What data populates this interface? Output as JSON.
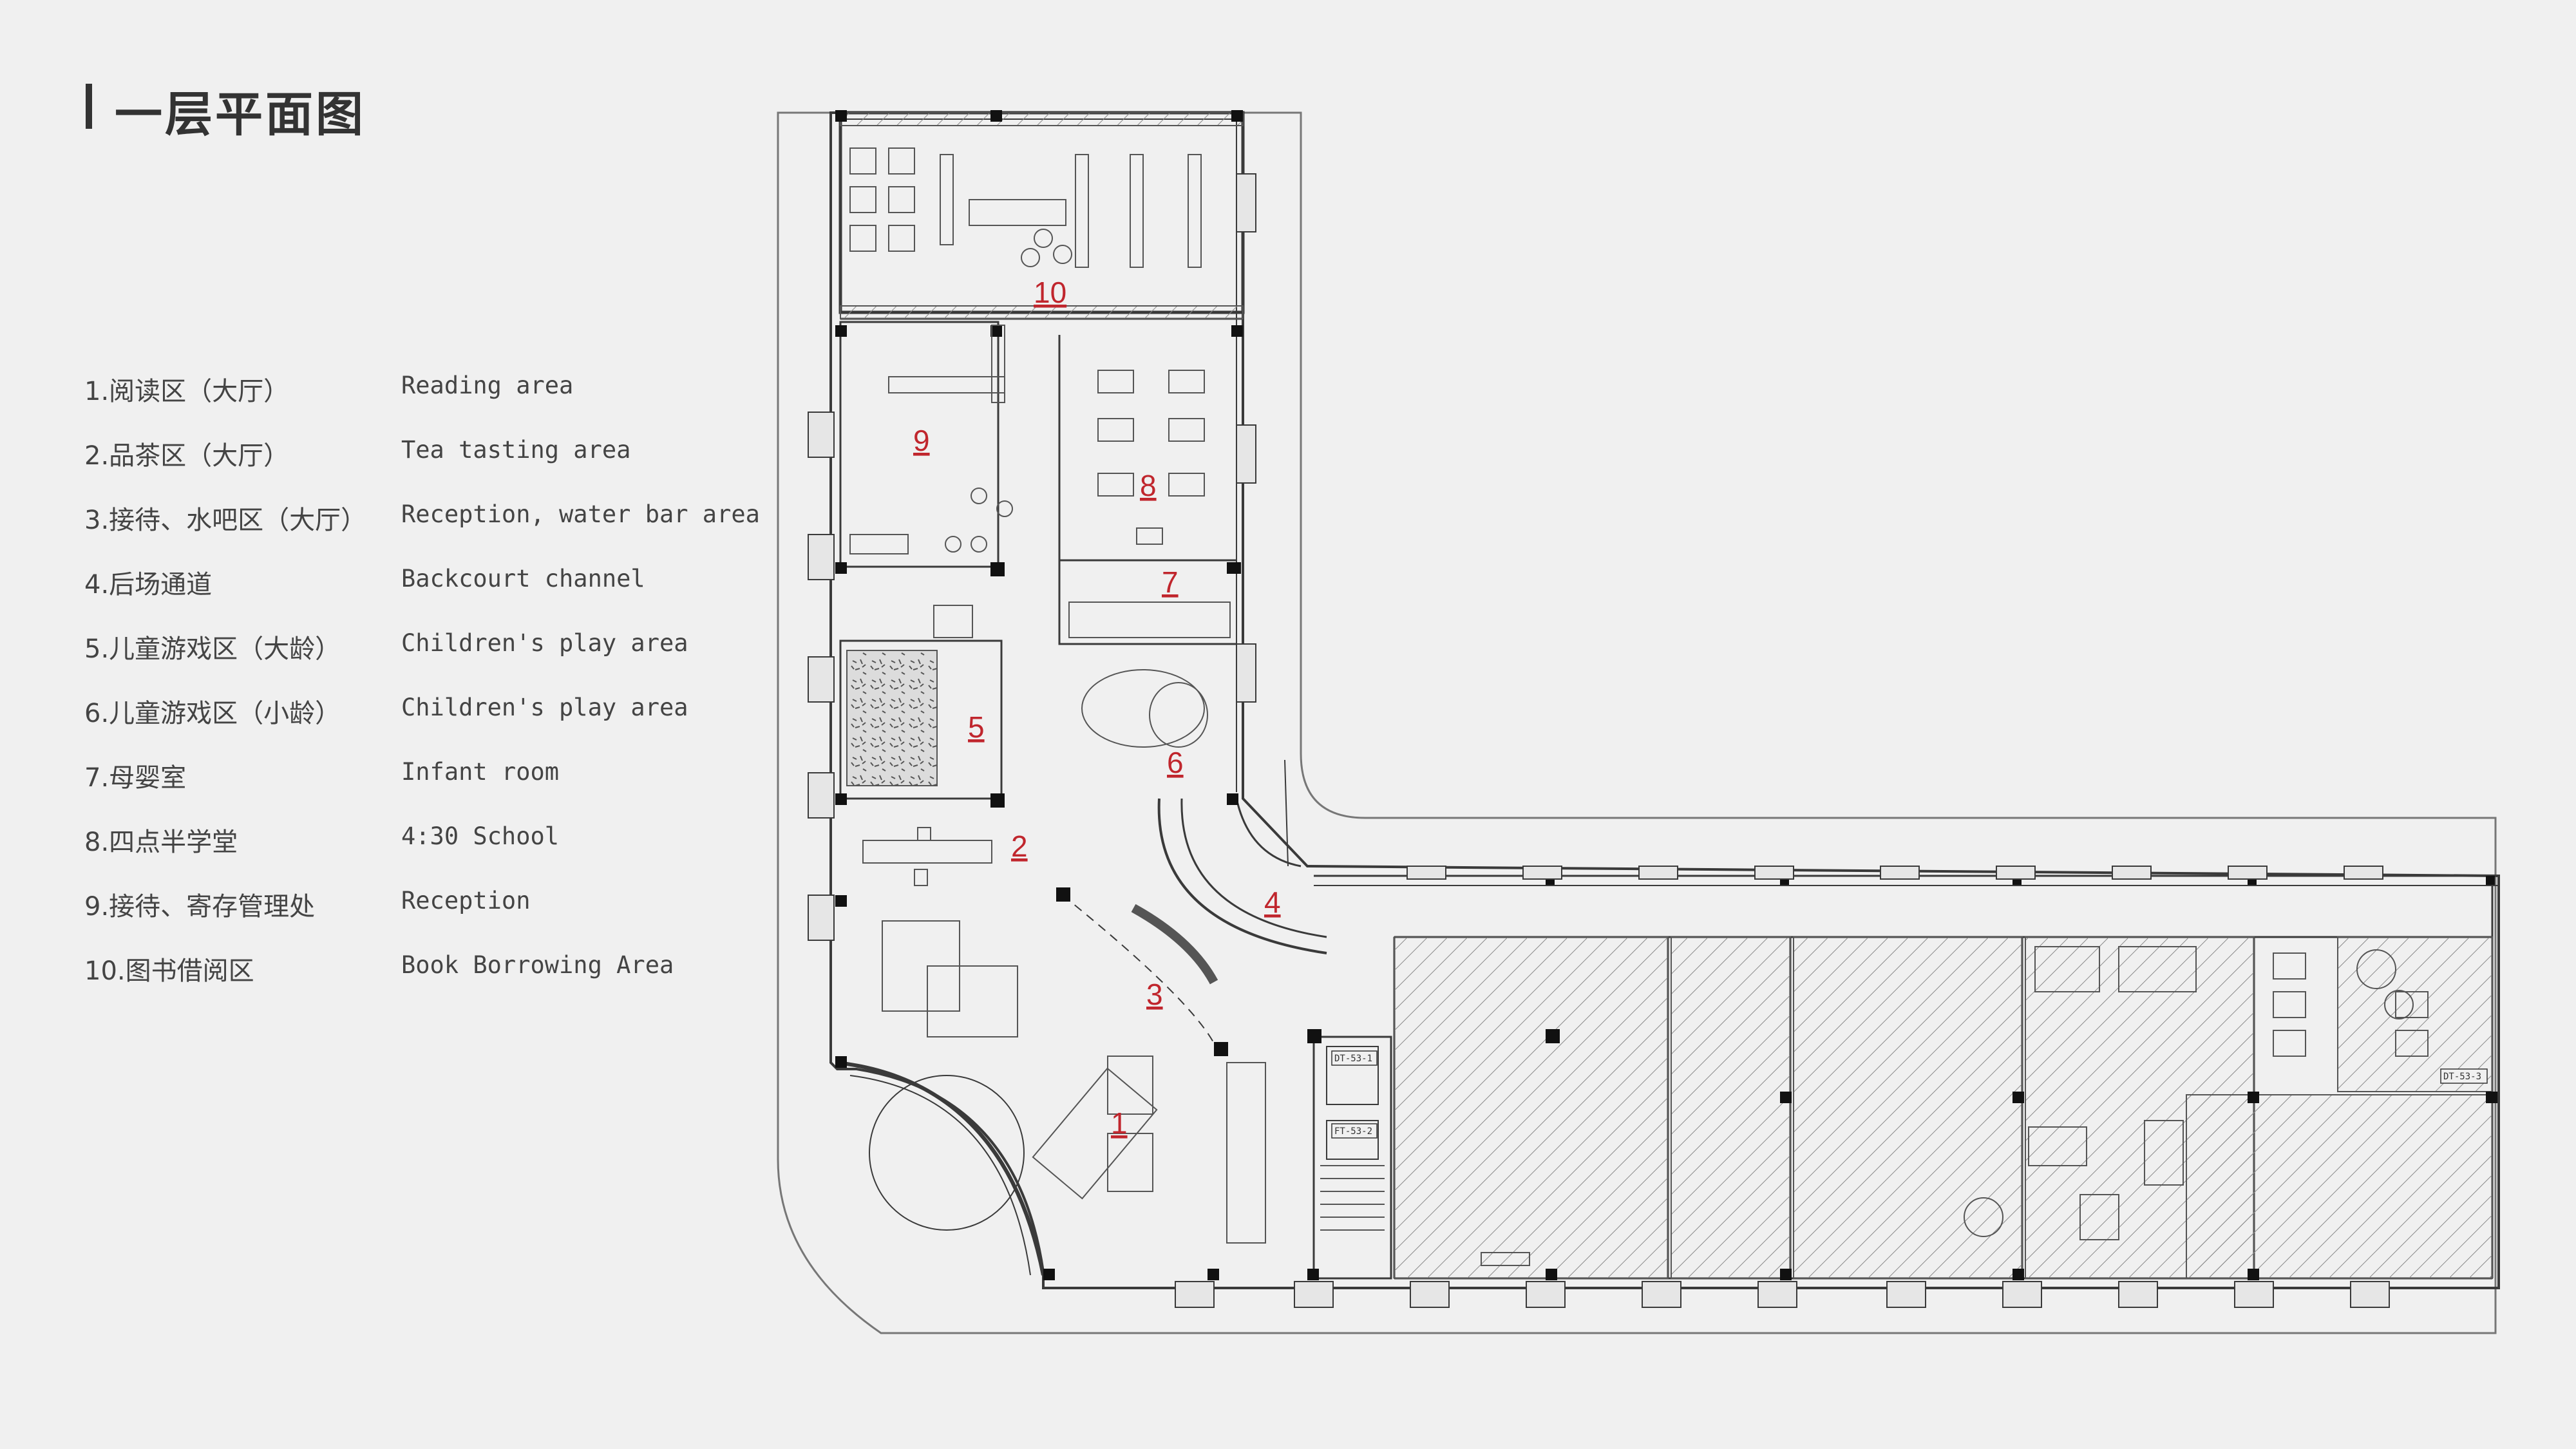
{
  "title": "一层平面图",
  "legend": [
    {
      "cn": "1.阅读区（大厅）",
      "en": "Reading area"
    },
    {
      "cn": "2.品茶区（大厅）",
      "en": "Tea tasting area"
    },
    {
      "cn": "3.接待、水吧区（大厅）",
      "en": "Reception, water bar area"
    },
    {
      "cn": "4.后场通道",
      "en": "Backcourt channel"
    },
    {
      "cn": "5.儿童游戏区（大龄）",
      "en": "Children's play area"
    },
    {
      "cn": "6.儿童游戏区（小龄）",
      "en": "Children's play area"
    },
    {
      "cn": "7.母婴室",
      "en": "Infant room"
    },
    {
      "cn": "8.四点半学堂",
      "en": "4:30 School"
    },
    {
      "cn": "9.接待、寄存管理处",
      "en": "Reception"
    },
    {
      "cn": "10.图书借阅区",
      "en": "Book Borrowing Area"
    }
  ],
  "plan_labels": [
    "1",
    "2",
    "3",
    "4",
    "5",
    "6",
    "7",
    "8",
    "9",
    "10"
  ],
  "elevator_tags": [
    "DT-53-1",
    "FT-53-2",
    "DT-53-3"
  ],
  "colors": {
    "label": "#c0262d",
    "line": "#3a3a3a",
    "background": "#f0f0f0",
    "text": "#444444"
  }
}
